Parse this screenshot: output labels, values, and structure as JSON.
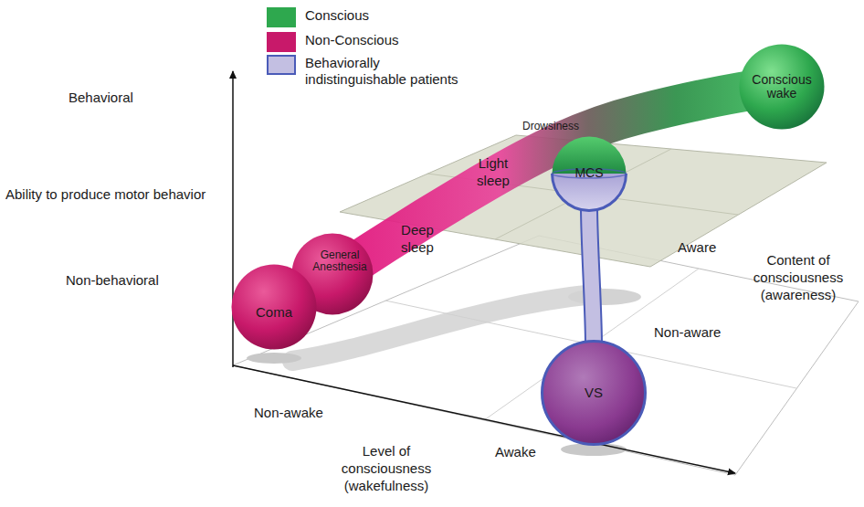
{
  "diagram": {
    "nodes": [
      {
        "text": [
          "Conscious wake"
        ]
      },
      {
        "text": [
          "MCS"
        ]
      },
      {
        "text": [
          "General Anesthesia"
        ]
      },
      {
        "text": [
          "Coma"
        ]
      },
      {
        "text": [
          "VS"
        ]
      }
    ],
    "edges": [
      {
        "from": 1,
        "to": 4,
        "arrow": "none"
      }
    ],
    "labels": [
      "Drowsiness",
      "Light sleep",
      "Deep sleep",
      "Behavioral",
      "Ability to produce motor behavior",
      "Non-behavioral",
      "Non-awake",
      "Level of consciousness (wakefulness)",
      "Awake",
      "Aware",
      "Content of consciousness (awareness)",
      "Non-aware"
    ],
    "legend": [
      {
        "text": "Conscious",
        "color": "#2ea84e"
      },
      {
        "text": "Non-Conscious",
        "color": "#c8196a"
      },
      {
        "text": "Behaviorally indistinguishable patients",
        "color": "#c3bfe2"
      }
    ]
  }
}
